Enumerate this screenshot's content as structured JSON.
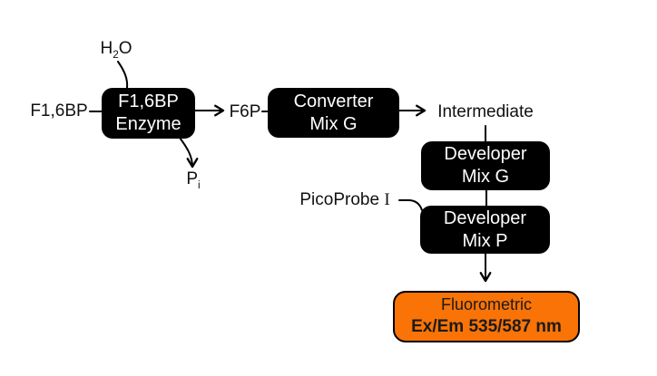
{
  "diagram": {
    "labels": {
      "f16bp": "F1,6BP",
      "h2o": {
        "base": "H",
        "sub": "2",
        "post": "O"
      },
      "f6p": "F6P",
      "pi": {
        "base": "P",
        "sub": "i"
      },
      "intermediate": "Intermediate",
      "picoprobe": {
        "name": "PicoProbe",
        "numeral": "I"
      }
    },
    "boxes": {
      "enzyme": {
        "line1": "F1,6BP",
        "line2": "Enzyme"
      },
      "converter": {
        "line1": "Converter",
        "line2": "Mix G"
      },
      "developer_g": {
        "line1": "Developer",
        "line2": "Mix G"
      },
      "developer_p": {
        "line1": "Developer",
        "line2": "Mix P"
      },
      "readout": {
        "line1": "Fluorometric",
        "line2": "Ex/Em 535/587 nm"
      }
    },
    "colors": {
      "box_fill": "#000000",
      "box_text": "#ffffff",
      "readout_fill": "#f97306",
      "readout_border": "#000000",
      "readout_text": "#1b1b1b",
      "line_color": "#000000",
      "background": "#ffffff"
    }
  }
}
